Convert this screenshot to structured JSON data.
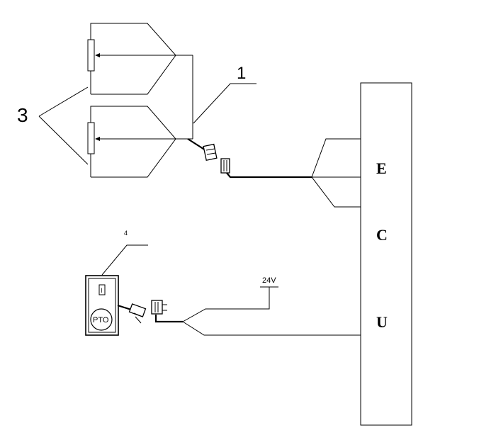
{
  "labels": {
    "callout_1": "1",
    "callout_3": "3",
    "callout_4": "4",
    "voltage": "24V",
    "switch_mark": "I",
    "switch_button": "PTO"
  },
  "ecu": {
    "letters": [
      "E",
      "C",
      "U"
    ]
  }
}
